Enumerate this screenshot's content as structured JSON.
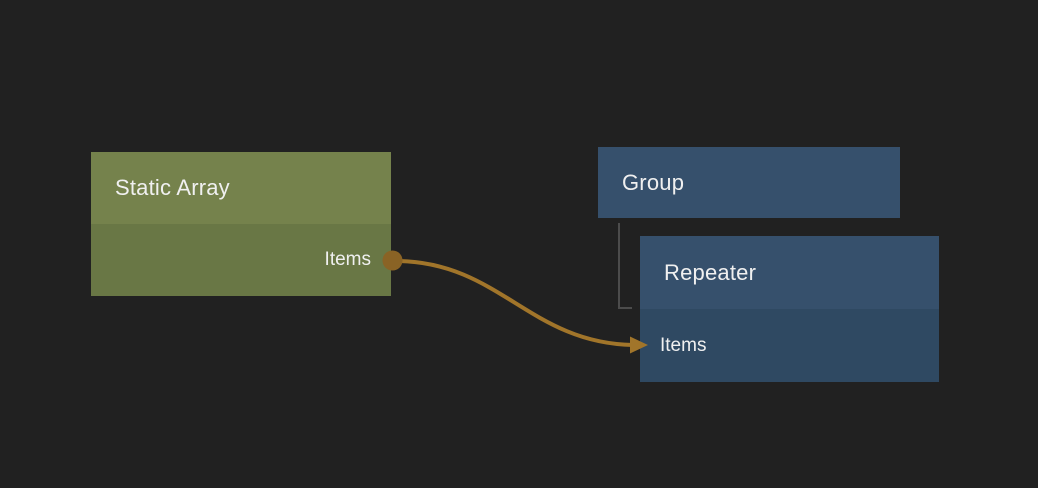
{
  "canvas": {
    "background_color": "#212121",
    "text_color": "#f0f0f0"
  },
  "nodes": {
    "static_array": {
      "title": "Static Array",
      "header_color": "#75824c",
      "body_color": "#697745",
      "outputs": [
        {
          "label": "Items"
        }
      ]
    },
    "group": {
      "title": "Group",
      "color": "#36506c"
    },
    "repeater": {
      "title": "Repeater",
      "header_color": "#36506c",
      "body_color": "#2f4962",
      "inputs": [
        {
          "label": "Items"
        }
      ]
    }
  },
  "connection": {
    "from_node": "Static Array",
    "from_port": "Items",
    "to_node": "Repeater",
    "to_port": "Items",
    "wire_color": "#a1752a",
    "port_dot_color": "#8a6325"
  },
  "hierarchy_link": {
    "parent": "Group",
    "child": "Repeater",
    "line_color": "#4c4c4c"
  }
}
